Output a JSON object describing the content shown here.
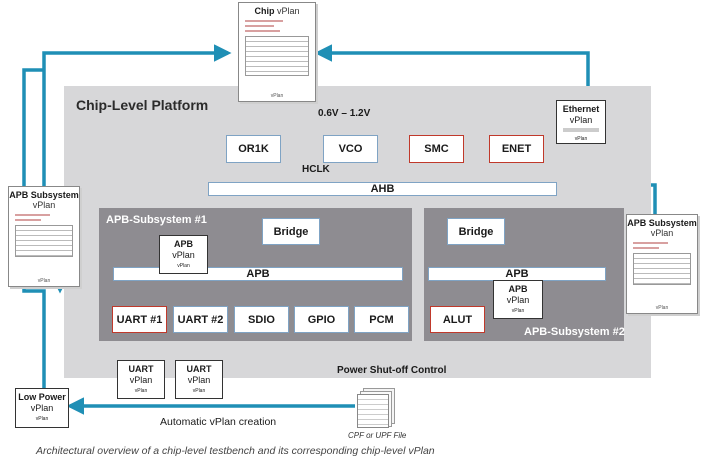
{
  "platform_title": "Chip-Level Platform",
  "subsystem1_title": "APB-Subsystem #1",
  "subsystem2_title": "APB-Subsystem #2",
  "voltage_label": "0.6V – 1.2V",
  "hclk_label": "HCLK",
  "blocks": {
    "or1k": "OR1K",
    "vco": "VCO",
    "smc": "SMC",
    "enet": "ENET",
    "ahb": "AHB",
    "bridge1": "Bridge",
    "bridge2": "Bridge",
    "apb1": "APB",
    "apb2": "APB",
    "uart1": "UART #1",
    "uart2": "UART #2",
    "sdio": "SDIO",
    "gpio": "GPIO",
    "pcm": "PCM",
    "alut": "ALUT"
  },
  "vplan_word": "vPlan",
  "docs": {
    "chip": {
      "title": "Chip",
      "sub": "vPlan",
      "foot": "vPlan"
    },
    "apb_left": {
      "title": "APB Subsystem",
      "sub": "vPlan",
      "foot": "vPlan"
    },
    "apb_right": {
      "title": "APB Subsystem",
      "sub": "vPlan",
      "foot": "vPlan"
    }
  },
  "small_vplans": {
    "ethernet": {
      "title": "Ethernet",
      "sub": "vPlan",
      "foot": "vPlan"
    },
    "apb_sub1": {
      "title": "APB",
      "sub": "vPlan",
      "foot": "vPlan"
    },
    "apb_sub2": {
      "title": "APB",
      "sub": "vPlan",
      "foot": "vPlan"
    },
    "uart_a": {
      "title": "UART",
      "sub": "vPlan",
      "foot": "vPlan"
    },
    "uart_b": {
      "title": "UART",
      "sub": "vPlan",
      "foot": "vPlan"
    },
    "low_power": {
      "title": "Low Power",
      "sub": "vPlan",
      "foot": "vPlan"
    }
  },
  "power_label": "Power Shut-off Control",
  "auto_label": "Automatic vPlan creation",
  "cpf_label": "CPF or UPF File",
  "caption": "Architectural overview of a chip-level testbench and its corresponding chip-level vPlan",
  "colors": {
    "arrow_blue": "#1f8fb5",
    "red_line": "#c0392b",
    "platform_bg": "#d7d7d9",
    "subsystem_bg": "#8e8c91"
  }
}
